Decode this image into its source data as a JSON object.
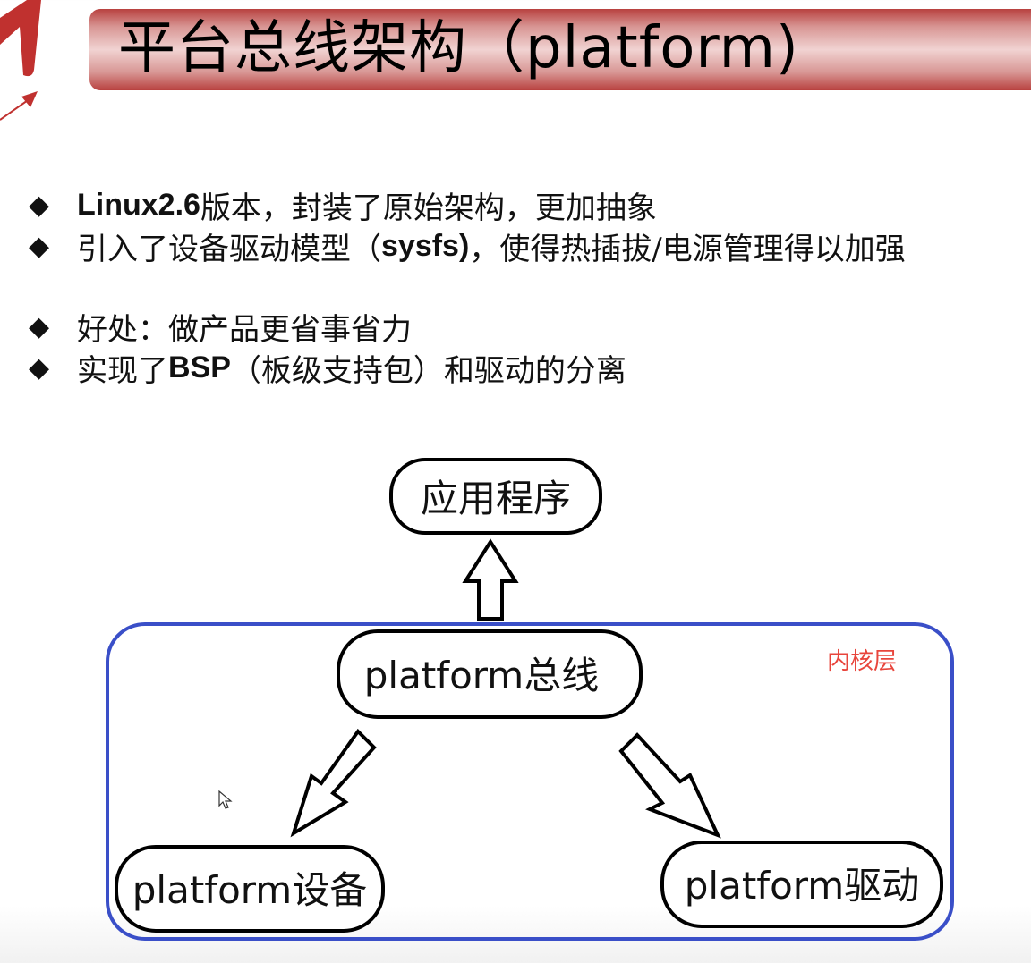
{
  "slide": {
    "title": "平台总线架构（platform)",
    "colors": {
      "title_bar": "#b8413f",
      "kernel_border": "#3a4fc8",
      "kernel_label": "#e8453c",
      "logo_red": "#c0312f"
    }
  },
  "bullets": [
    {
      "bold": "Linux2.6",
      "text": "版本，封装了原始架构，更加抽象"
    },
    {
      "prefix": "引入了设备驱动模型（",
      "bold": "sysfs)",
      "text": "，使得热插拔/电源管理得以加强"
    },
    {
      "text": "好处：做产品更省事省力"
    },
    {
      "prefix": "实现了",
      "bold": "BSP",
      "text": "（板级支持包）和驱动的分离"
    }
  ],
  "diagram": {
    "kernel_layer_label": "内核层",
    "nodes": {
      "app": "应用程序",
      "bus": "platform总线",
      "device": "platform设备",
      "driver": "platform驱动"
    },
    "edges": [
      {
        "from": "bus",
        "to": "app"
      },
      {
        "from": "bus",
        "to": "device"
      },
      {
        "from": "bus",
        "to": "driver"
      }
    ]
  }
}
